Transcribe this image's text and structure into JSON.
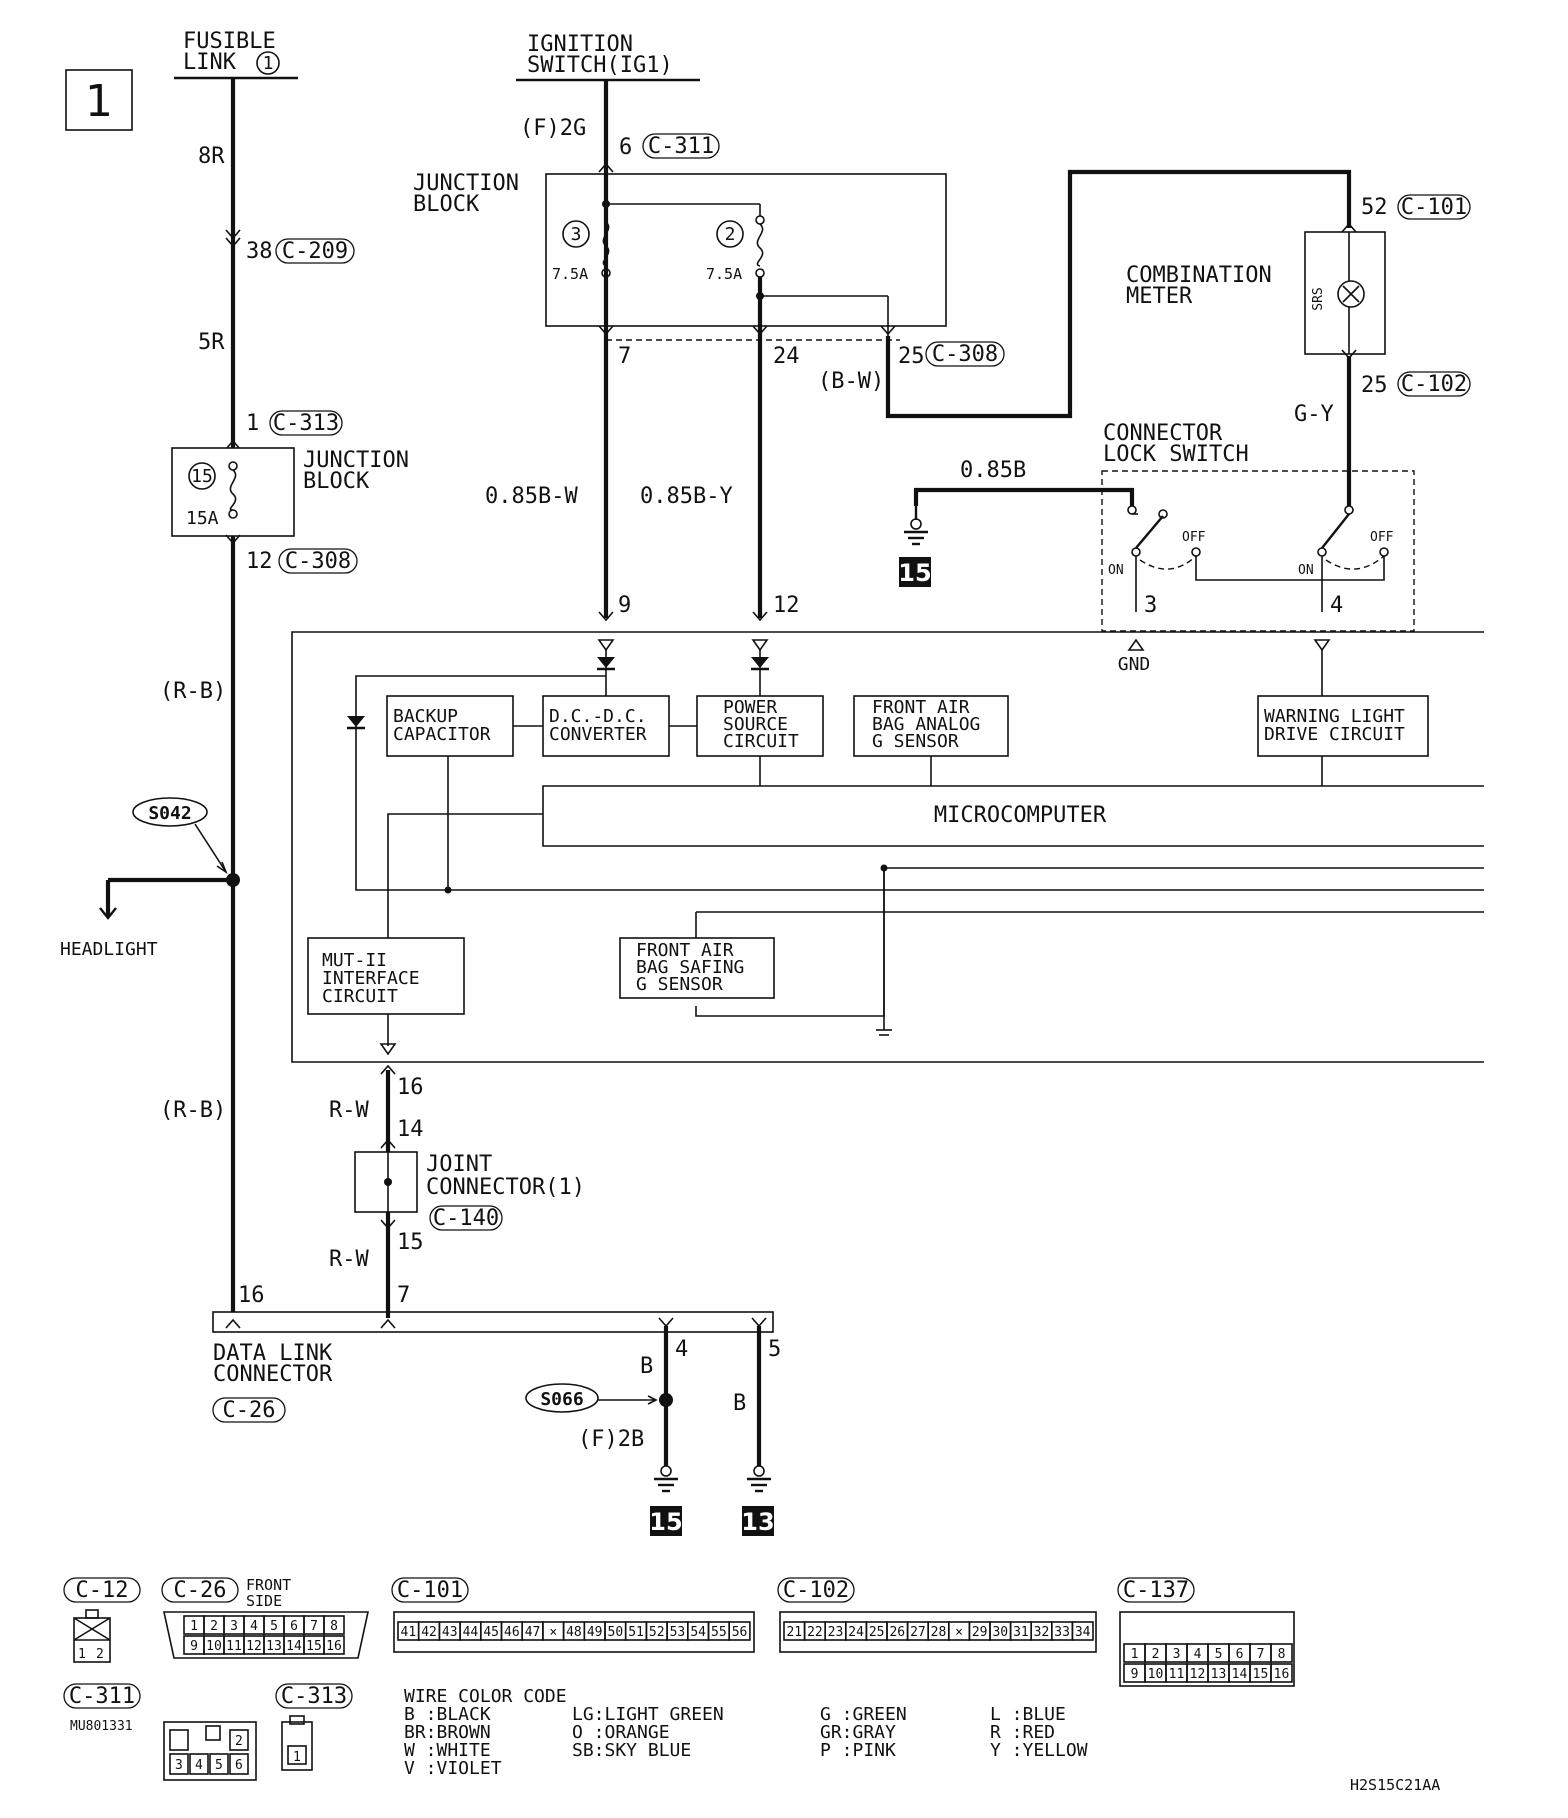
{
  "page_number": "1",
  "figure_code": "H2S15C21AA",
  "part_number": "MU801331",
  "sources": {
    "fusible_link": [
      "FUSIBLE",
      "LINK"
    ],
    "fusible_link_num": "1",
    "ignition_switch": [
      "IGNITION",
      "SWITCH(IG1)"
    ]
  },
  "wires": {
    "w_8r": "8R",
    "w_5r": "5R",
    "w_rb1": "(R-B)",
    "w_rb2": "(R-B)",
    "w_f2g": "(F)2G",
    "w_085bw": "0.85B-W",
    "w_085by": "0.85B-Y",
    "w_bw": "(B-W)",
    "w_085b": "0.85B",
    "w_gy": "G-Y",
    "w_rw1": "R-W",
    "w_rw2": "R-W",
    "w_b1": "B",
    "w_b2": "B",
    "w_f2b": "(F)2B"
  },
  "pins": {
    "p38": "38",
    "p1": "1",
    "p12a": "12",
    "p6": "6",
    "p7": "7",
    "p24": "24",
    "p25a": "25",
    "p52": "52",
    "p25b": "25",
    "p9": "9",
    "p12b": "12",
    "p3": "3",
    "p4a": "4",
    "p16a": "16",
    "p14": "14",
    "p15": "15",
    "p16b": "16",
    "p7b": "7",
    "p4b": "4",
    "p5": "5"
  },
  "connectors": {
    "c209": "C-209",
    "c313": "C-313",
    "c308a": "C-308",
    "c311": "C-311",
    "c308b": "C-308",
    "c101": "C-101",
    "c102": "C-102",
    "c140": "C-140",
    "c26": "C-26"
  },
  "junction_top": {
    "title": [
      "JUNCTION",
      "BLOCK"
    ],
    "fuse_a": "3",
    "fuse_a_rating": "7.5A",
    "fuse_b": "2",
    "fuse_b_rating": "7.5A"
  },
  "junction_left": {
    "title": [
      "JUNCTION",
      "BLOCK"
    ],
    "fuse": "15",
    "fuse_rating": "15A"
  },
  "combination_meter": {
    "title": [
      "COMBINATION",
      "METER"
    ],
    "srs": "SRS"
  },
  "lock_switch": {
    "title": [
      "CONNECTOR",
      "LOCK SWITCH"
    ],
    "on": "ON",
    "off": "OFF",
    "gnd": "GND"
  },
  "grounds": {
    "g1": "15",
    "g2": "15",
    "g3": "13"
  },
  "splices": {
    "s042": "S042",
    "s066": "S066"
  },
  "headlight": "HEADLIGHT",
  "modules": {
    "backup": [
      "BACKUP",
      "CAPACITOR"
    ],
    "dcdc": [
      "D.C.-D.C.",
      "CONVERTER"
    ],
    "power": [
      "POWER",
      "SOURCE",
      "CIRCUIT"
    ],
    "analog": [
      "FRONT AIR",
      "BAG ANALOG",
      "G SENSOR"
    ],
    "warning": [
      "WARNING LIGHT",
      "DRIVE CIRCUIT"
    ],
    "micro": "MICROCOMPUTER",
    "mut": [
      "MUT-II",
      "INTERFACE",
      "CIRCUIT"
    ],
    "safing": [
      "FRONT AIR",
      "BAG SAFING",
      "G SENSOR"
    ]
  },
  "joint_connector": [
    "JOINT",
    "CONNECTOR(1)"
  ],
  "data_link": [
    "DATA LINK",
    "CONNECTOR"
  ],
  "legend_connectors": {
    "c12": "C-12",
    "c26": "C-26",
    "c26_side": [
      "FRONT",
      "SIDE"
    ],
    "c26_top": [
      "1",
      "2",
      "3",
      "4",
      "5",
      "6",
      "7",
      "8"
    ],
    "c26_bottom": [
      "9",
      "10",
      "11",
      "12",
      "13",
      "14",
      "15",
      "16"
    ],
    "c101": "C-101",
    "c101_pins": [
      "41",
      "42",
      "43",
      "44",
      "45",
      "46",
      "47",
      "×",
      "48",
      "49",
      "50",
      "51",
      "52",
      "53",
      "54",
      "55",
      "56"
    ],
    "c102": "C-102",
    "c102_pins": [
      "21",
      "22",
      "23",
      "24",
      "25",
      "26",
      "27",
      "28",
      "×",
      "29",
      "30",
      "31",
      "32",
      "33",
      "34"
    ],
    "c137": "C-137",
    "c137_top": [
      "1",
      "2",
      "3",
      "4",
      "5",
      "6",
      "7",
      "8"
    ],
    "c137_bottom": [
      "9",
      "10",
      "11",
      "12",
      "13",
      "14",
      "15",
      "16"
    ],
    "c311": "C-311",
    "c313": "C-313"
  },
  "wire_color_code": {
    "title": "WIRE COLOR CODE",
    "col1": [
      "B :BLACK",
      "BR:BROWN",
      "W :WHITE",
      "V :VIOLET"
    ],
    "col2": [
      "LG:LIGHT GREEN",
      "O :ORANGE",
      "SB:SKY BLUE"
    ],
    "col3": [
      "G :GREEN",
      "GR:GRAY",
      "P :PINK"
    ],
    "col4": [
      "L :BLUE",
      "R :RED",
      "Y :YELLOW"
    ]
  }
}
